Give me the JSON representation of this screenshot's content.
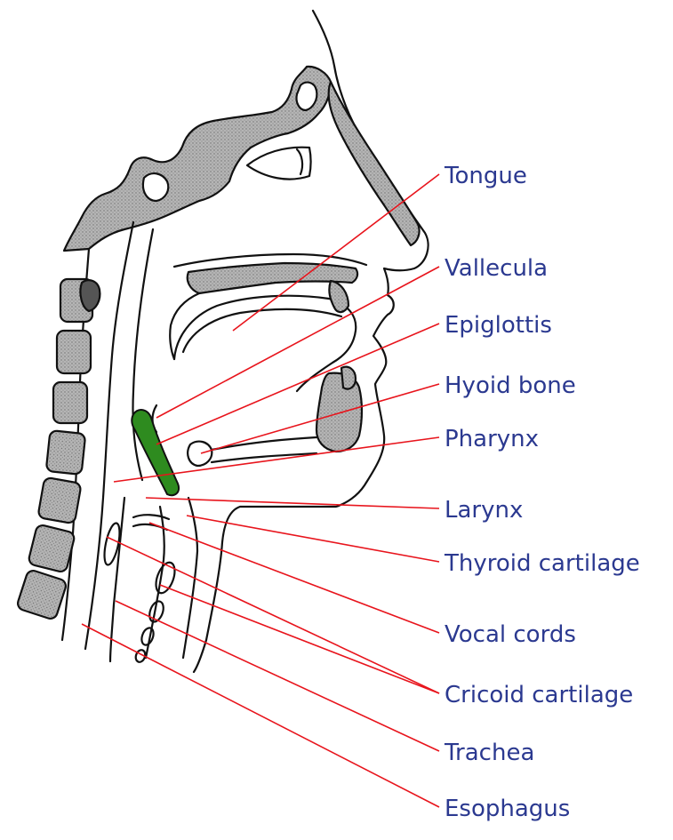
{
  "diagram": {
    "label_color": "#2b3990",
    "leader_color": "#e8141c",
    "highlight_color": "#2e8b1f",
    "bone_fill": "#a9a9a9",
    "labels": [
      {
        "key": "tongue",
        "text": "Tongue"
      },
      {
        "key": "vallecula",
        "text": "Vallecula"
      },
      {
        "key": "epiglottis",
        "text": "Epiglottis"
      },
      {
        "key": "hyoid",
        "text": "Hyoid bone"
      },
      {
        "key": "pharynx",
        "text": "Pharynx"
      },
      {
        "key": "larynx",
        "text": "Larynx"
      },
      {
        "key": "thyroid",
        "text": "Thyroid cartilage"
      },
      {
        "key": "vocal",
        "text": "Vocal cords"
      },
      {
        "key": "cricoid",
        "text": "Cricoid cartilage"
      },
      {
        "key": "trachea",
        "text": "Trachea"
      },
      {
        "key": "esophagus",
        "text": "Esophagus"
      }
    ]
  }
}
